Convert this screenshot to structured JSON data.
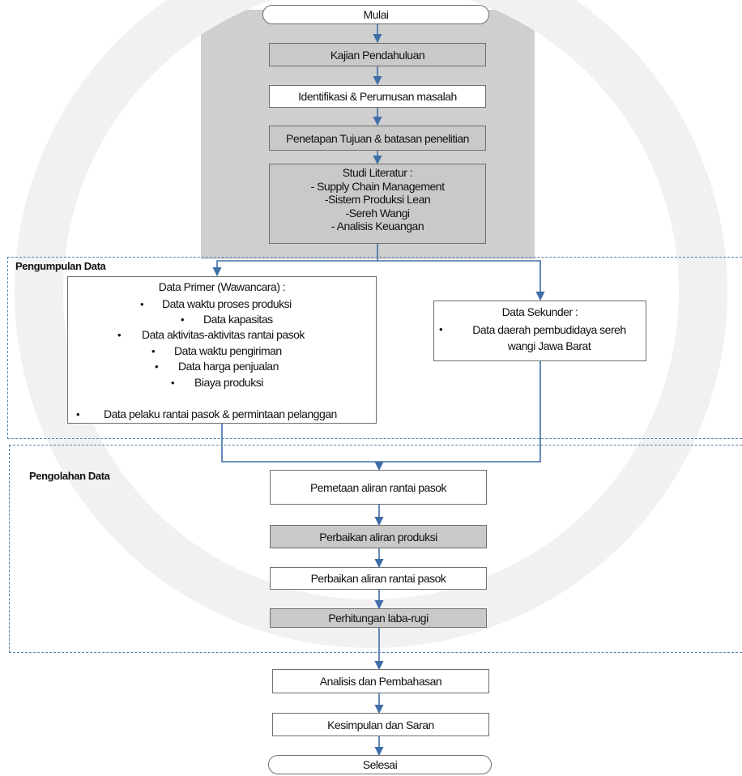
{
  "flow": {
    "start": "Mulai",
    "kajian": "Kajian Pendahuluan",
    "identifikasi": "Identifikasi & Perumusan masalah",
    "penetapan": "Penetapan Tujuan & batasan penelitian",
    "studi": {
      "title": "Studi Literatur :",
      "items": [
        "- Supply Chain Management",
        "-Sistem Produksi Lean",
        "-Sereh Wangi",
        "- Analisis Keuangan"
      ]
    },
    "pengumpulan": {
      "label": "Pengumpulan Data",
      "primer": {
        "title": "Data Primer (Wawancara) :",
        "items": [
          "Data waktu proses produksi",
          "Data kapasitas",
          "Data aktivitas-aktivitas rantai pasok",
          "Data waktu pengiriman",
          "Data harga penjualan",
          "Biaya produksi",
          "Data pelaku rantai pasok & permintaan pelanggan"
        ]
      },
      "sekunder": {
        "title": "Data Sekunder :",
        "item_line1": "Data daerah pembudidaya sereh",
        "item_line2": "wangi Jawa Barat"
      }
    },
    "pengolahan": {
      "label": "Pengolahan Data",
      "steps": [
        "Pemetaan aliran rantai pasok",
        "Perbaikan aliran produksi",
        "Perbaikan aliran rantai pasok",
        "Perhitungan laba-rugi"
      ]
    },
    "analisis": "Analisis dan Pembahasan",
    "kesimpulan": "Kesimpulan dan Saran",
    "end": "Selesai"
  },
  "colors": {
    "arrow": "#3e6ea8",
    "dashed": "#5b7fb0",
    "box_border": "#6e6e6e",
    "gray_fill": "#c9c9c9"
  }
}
